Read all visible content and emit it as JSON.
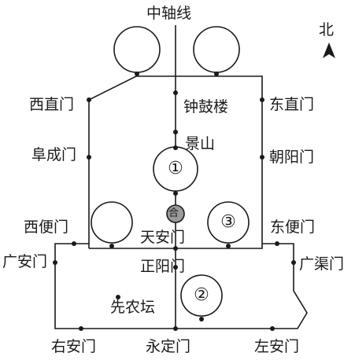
{
  "title": "中轴线",
  "compass": {
    "label": "北",
    "icon": "north-arrow-icon"
  },
  "gates": {
    "xizhimen": "西直门",
    "dongzhimen": "东直门",
    "fuchengmen": "阜成门",
    "chaoyangmen": "朝阳门",
    "xibianmen": "西便门",
    "dongbianmen": "东便门",
    "guanganmen": "广安门",
    "guangqumen": "广渠门",
    "tiananmen": "天安门",
    "zhengyangmen": "正阳门",
    "youanmen": "右安门",
    "yongdingmen": "永定门",
    "zuoanmen": "左安门"
  },
  "landmarks": {
    "zhonggulou": "钟鼓楼",
    "jingshan": "景山",
    "xiannongtan": "先农坛"
  },
  "markers": {
    "one": "①",
    "two": "②",
    "three": "③",
    "center_symbol": "合"
  },
  "colors": {
    "line": "#1a1a1a",
    "center_fill": "#9a9a9a"
  }
}
